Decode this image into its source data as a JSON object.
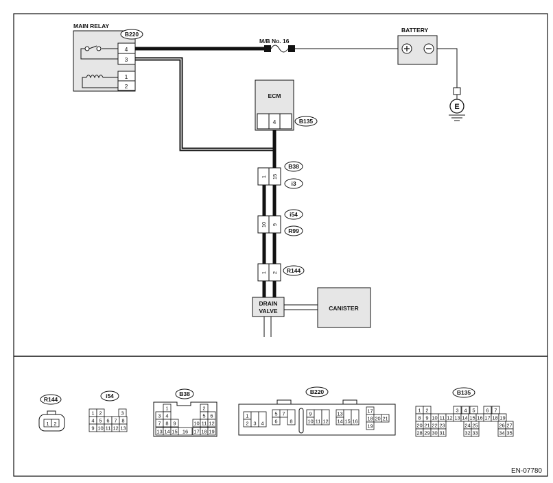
{
  "labels": {
    "main_relay": "MAIN RELAY",
    "fuse": "M/B No. 16",
    "battery": "BATTERY",
    "ecm": "ECM",
    "drain_valve_line1": "DRAIN",
    "drain_valve_line2": "VALVE",
    "canister": "CANISTER",
    "ground": "E",
    "battery_pos": "+",
    "battery_neg": "−",
    "figure_id": "EN-07780"
  },
  "connector_tags": {
    "b220": "B220",
    "b135": "B135",
    "b38": "B38",
    "i3": "i3",
    "i54": "i54",
    "r99": "R99",
    "r144": "R144"
  },
  "relay_pins": [
    "4",
    "3",
    "1",
    "2"
  ],
  "ecm_pin": "4",
  "inline_pins": {
    "b38_i3": [
      "1",
      "15"
    ],
    "i54_r99": [
      "10",
      "9"
    ],
    "r144": [
      "1",
      "2"
    ]
  },
  "connector_faces": {
    "r144": {
      "tag": "R144",
      "cells": [
        "1",
        "2"
      ]
    },
    "i54": {
      "tag": "i54",
      "cells": [
        "1",
        "2",
        "3",
        "4",
        "5",
        "6",
        "7",
        "8",
        "9",
        "10",
        "11",
        "12",
        "13"
      ]
    },
    "b38": {
      "tag": "B38",
      "cells": [
        "1",
        "2",
        "3",
        "4",
        "5",
        "6",
        "7",
        "8",
        "9",
        "10",
        "11",
        "12",
        "13",
        "14",
        "15",
        "16",
        "17",
        "18",
        "19"
      ]
    },
    "b220": {
      "tag": "B220",
      "cells": [
        "1",
        "2",
        "3",
        "4",
        "5",
        "6",
        "7",
        "8",
        "9",
        "10",
        "11",
        "12",
        "13",
        "14",
        "15",
        "16",
        "17",
        "18",
        "19",
        "20",
        "21"
      ]
    },
    "b135": {
      "tag": "B135",
      "cells": [
        "1",
        "2",
        "3",
        "4",
        "5",
        "6",
        "7",
        "8",
        "9",
        "10",
        "11",
        "12",
        "13",
        "14",
        "15",
        "16",
        "17",
        "18",
        "19",
        "20",
        "21",
        "22",
        "23",
        "24",
        "25",
        "26",
        "27",
        "28",
        "29",
        "30",
        "31",
        "32",
        "33",
        "34",
        "35"
      ]
    }
  }
}
